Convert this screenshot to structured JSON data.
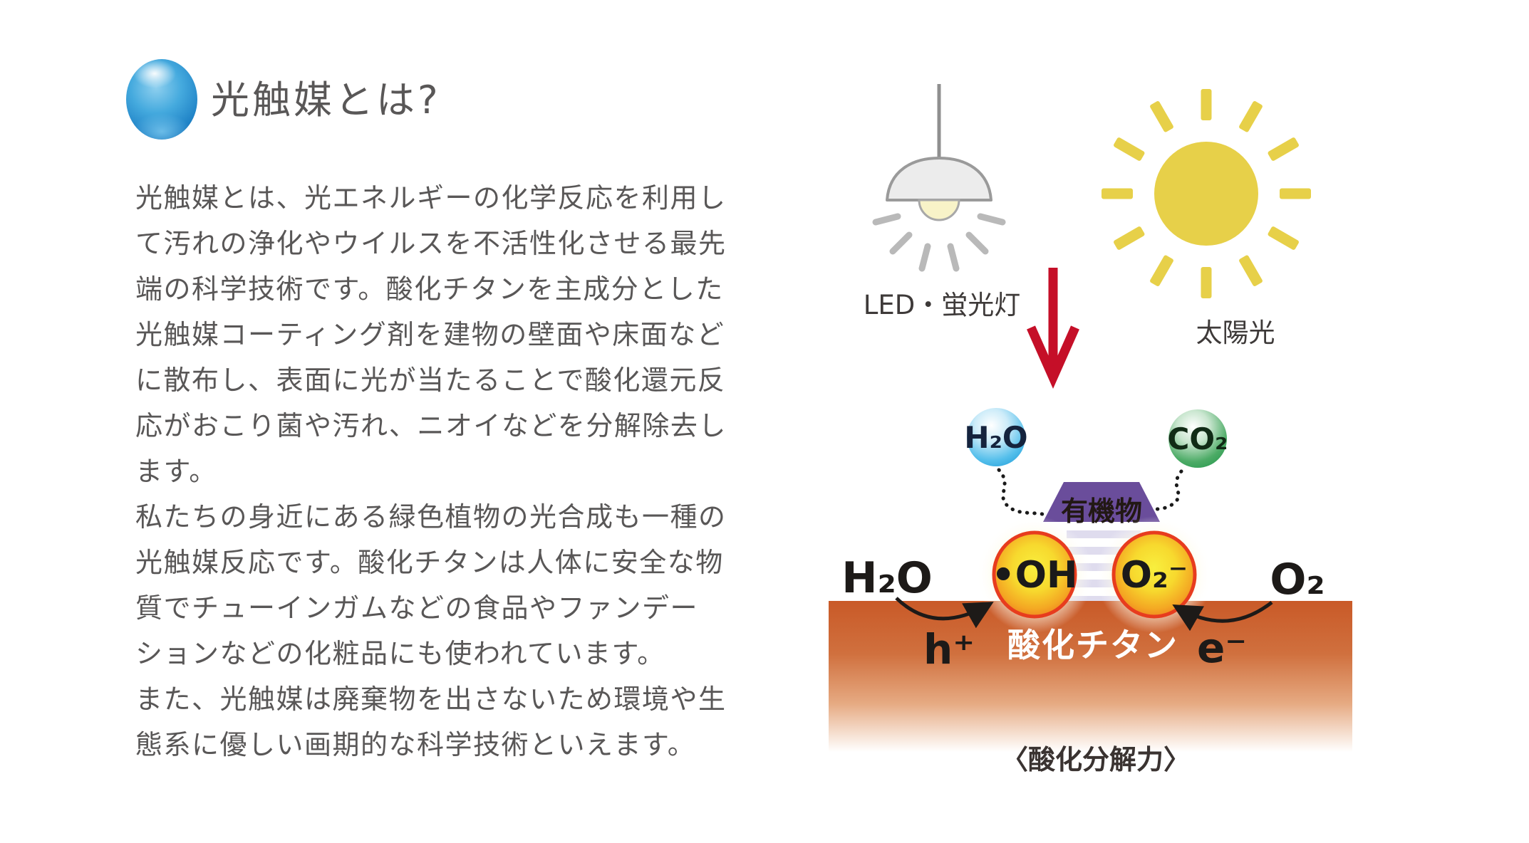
{
  "header": {
    "title": "光触媒とは?",
    "icon": "blue-glossy-sphere"
  },
  "article": {
    "lines": [
      "光触媒とは、光エネルギーの化学反応を利用し",
      "て汚れの浄化やウイルスを不活性化させる最先",
      "端の科学技術です。酸化チタンを主成分とした",
      "光触媒コーティング剤を建物の壁面や床面など",
      "に散布し、表面に光が当たることで酸化還元反",
      "応がおこり菌や汚れ、ニオイなどを分解除去し",
      "ます。",
      "私たちの身近にある緑色植物の光合成も一種の",
      "光触媒反応です。酸化チタンは人体に安全な物",
      "質でチューインガムなどの食品やファンデー",
      "ションなどの化粧品にも使われています。",
      "また、光触媒は廃棄物を出さないため環境や生",
      "態系に優しい画期的な科学技術といえます。"
    ]
  },
  "diagram": {
    "lamp_label": "LED・蛍光灯",
    "sun_label": "太陽光",
    "h2o_bubble": "H₂O",
    "co2_bubble": "CO₂",
    "organic_label": "有機物",
    "left_reactant": "H₂O",
    "right_reactant": "O₂",
    "oh_radical": "•OH",
    "superoxide": "O₂⁻",
    "hole": "h⁺",
    "electron": "e⁻",
    "surface_label": "酸化チタン",
    "caption": "〈酸化分解力〉",
    "colors": {
      "sun_yellow": "#e7d049",
      "arrow_red": "#c50f28",
      "organic_purple": "#6a4d9b",
      "surface_orange": "#c95a28",
      "bubble_blue": "#29a3dc",
      "bubble_green": "#2b9a50",
      "radical_edge": "#e73c1e",
      "text_gray": "#595757"
    }
  }
}
